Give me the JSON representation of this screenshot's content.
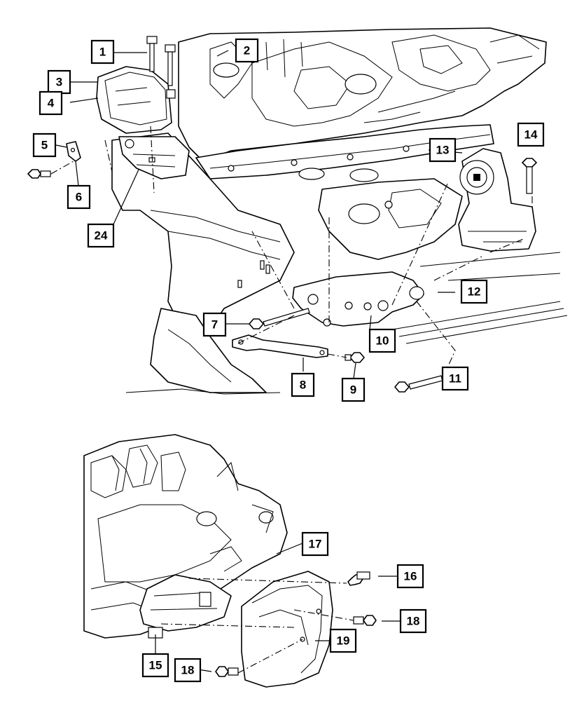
{
  "diagram": {
    "callouts": {
      "c1": "1",
      "c2": "2",
      "c3": "3",
      "c4": "4",
      "c5": "5",
      "c6": "6",
      "c7": "7",
      "c8": "8",
      "c9": "9",
      "c10": "10",
      "c11": "11",
      "c12": "12",
      "c13": "13",
      "c14": "14",
      "c15": "15",
      "c16": "16",
      "c17": "17",
      "c18a": "18",
      "c18b": "18",
      "c19": "19",
      "c24": "24"
    },
    "colors": {
      "ink": "#000000",
      "paper": "#ffffff"
    }
  }
}
